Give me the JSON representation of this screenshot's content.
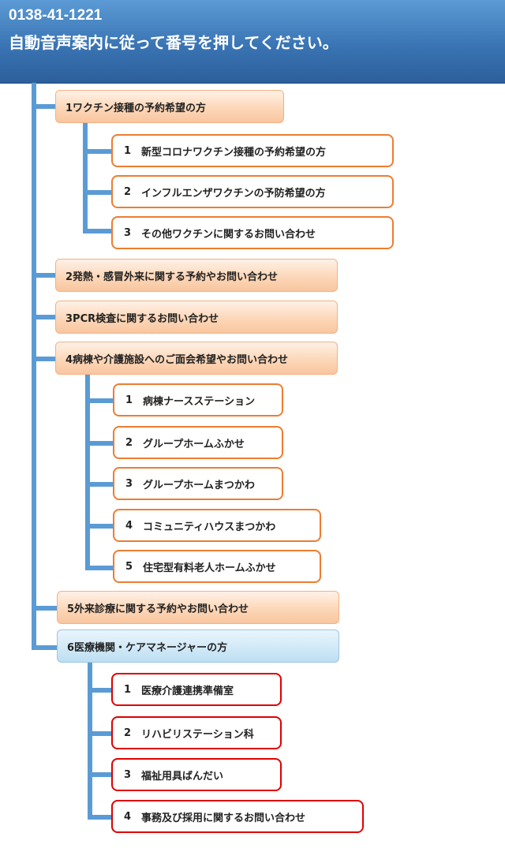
{
  "header": {
    "phone": "0138-41-1221",
    "guide": "自動音声案内に従って番号を押してください。"
  },
  "categories": [
    {
      "label": "1ワクチン接種の予約希望の方",
      "items": [
        {
          "num": "1",
          "label": "新型コロナワクチン接種の予約希望の方"
        },
        {
          "num": "2",
          "label": "インフルエンザワクチンの予防希望の方"
        },
        {
          "num": "3",
          "label": "その他ワクチンに関するお問い合わせ"
        }
      ]
    },
    {
      "label": "2発熱・感冒外来に関する予約やお問い合わせ"
    },
    {
      "label": "3PCR検査に関するお問い合わせ"
    },
    {
      "label": "4病棟や介護施設へのご面会希望やお問い合わせ",
      "items": [
        {
          "num": "1",
          "label": "病棟ナースステーション"
        },
        {
          "num": "2",
          "label": "グループホームふかせ"
        },
        {
          "num": "3",
          "label": "グループホームまつかわ"
        },
        {
          "num": "4",
          "label": "コミュニティハウスまつかわ"
        },
        {
          "num": "5",
          "label": "住宅型有料老人ホームふかせ"
        }
      ]
    },
    {
      "label": "5外来診療に関する予約やお問い合わせ"
    },
    {
      "label": "6医療機関・ケアマネージャーの方",
      "items": [
        {
          "num": "1",
          "label": "医療介護連携準備室"
        },
        {
          "num": "2",
          "label": "リハビリステーション科"
        },
        {
          "num": "3",
          "label": "福祉用具ばんだい"
        },
        {
          "num": "4",
          "label": "事務及び採用に関するお問い合わせ"
        }
      ]
    }
  ],
  "colors": {
    "header": "#3a74b4",
    "connector": "#5b9bd5",
    "category_fill": "#fcd5b5",
    "category_border": "#f4b183",
    "category_blue_fill": "#cfe8f7",
    "sub_border_orange": "#ed7d31",
    "sub_border_red": "#e00000"
  }
}
